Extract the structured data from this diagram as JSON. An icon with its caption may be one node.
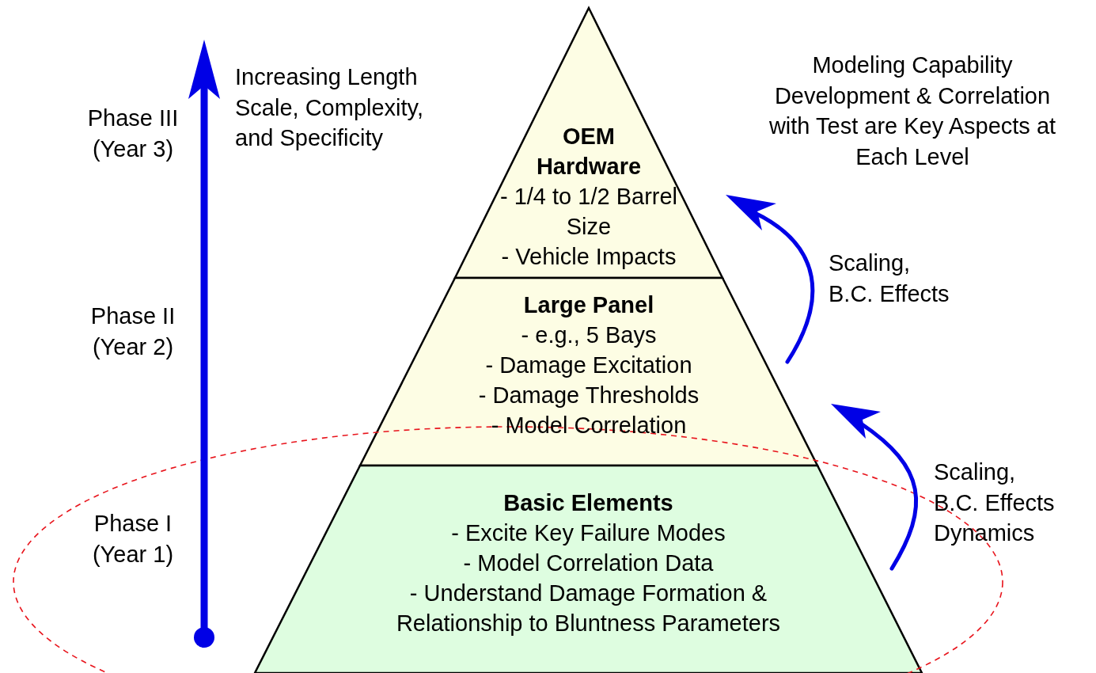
{
  "diagram": {
    "nodes": [
      {
        "text": [
          "OEM Hardware",
          "- 1/4 to 1/2 Barrel Size",
          "- Vehicle Impacts"
        ]
      },
      {
        "text": [
          "Large Panel",
          "- e.g., 5 Bays",
          "- Damage Excitation",
          "- Damage Thresholds",
          "- Model Correlation"
        ]
      },
      {
        "text": [
          "Basic Elements",
          "- Excite Key Failure Modes",
          "- Model Correlation Data",
          "- Understand Damage Formation & Relationship to Bluntness Parameters"
        ]
      }
    ],
    "labels": [
      "Increasing Length Scale, Complexity, and Specificity",
      "Modeling Capability Development & Correlation with Test are Key Aspects at Each Level",
      "Phase III (Year 3)",
      "Scaling, B.C. Effects",
      "Phase II (Year 2)",
      "Scaling, B.C. Effects Dynamics",
      "Phase I (Year 1)"
    ]
  }
}
